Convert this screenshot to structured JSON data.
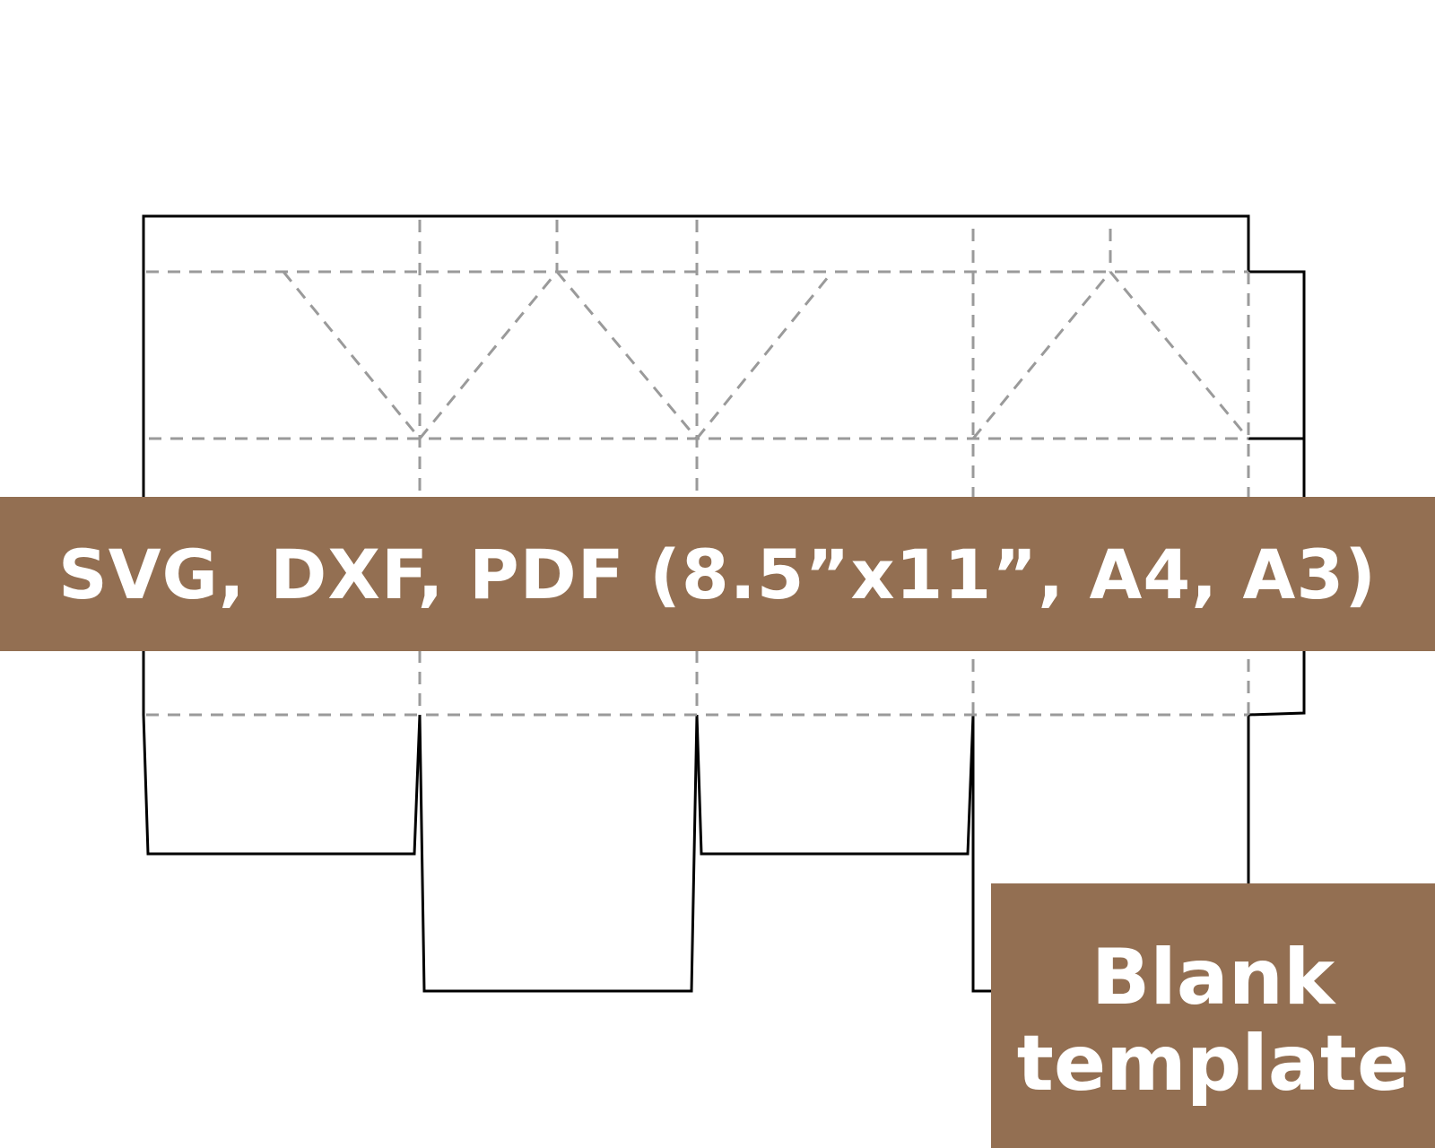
{
  "colors": {
    "banner_bg": "#936f52",
    "text": "#ffffff",
    "cut_line": "#000000",
    "fold_line": "#9a9a9a",
    "background": "#ffffff"
  },
  "banner": {
    "text": "SVG, DXF, PDF (8.5”x11”, A4, A3)"
  },
  "corner_label": {
    "line1": "Blank",
    "line2": "template"
  }
}
